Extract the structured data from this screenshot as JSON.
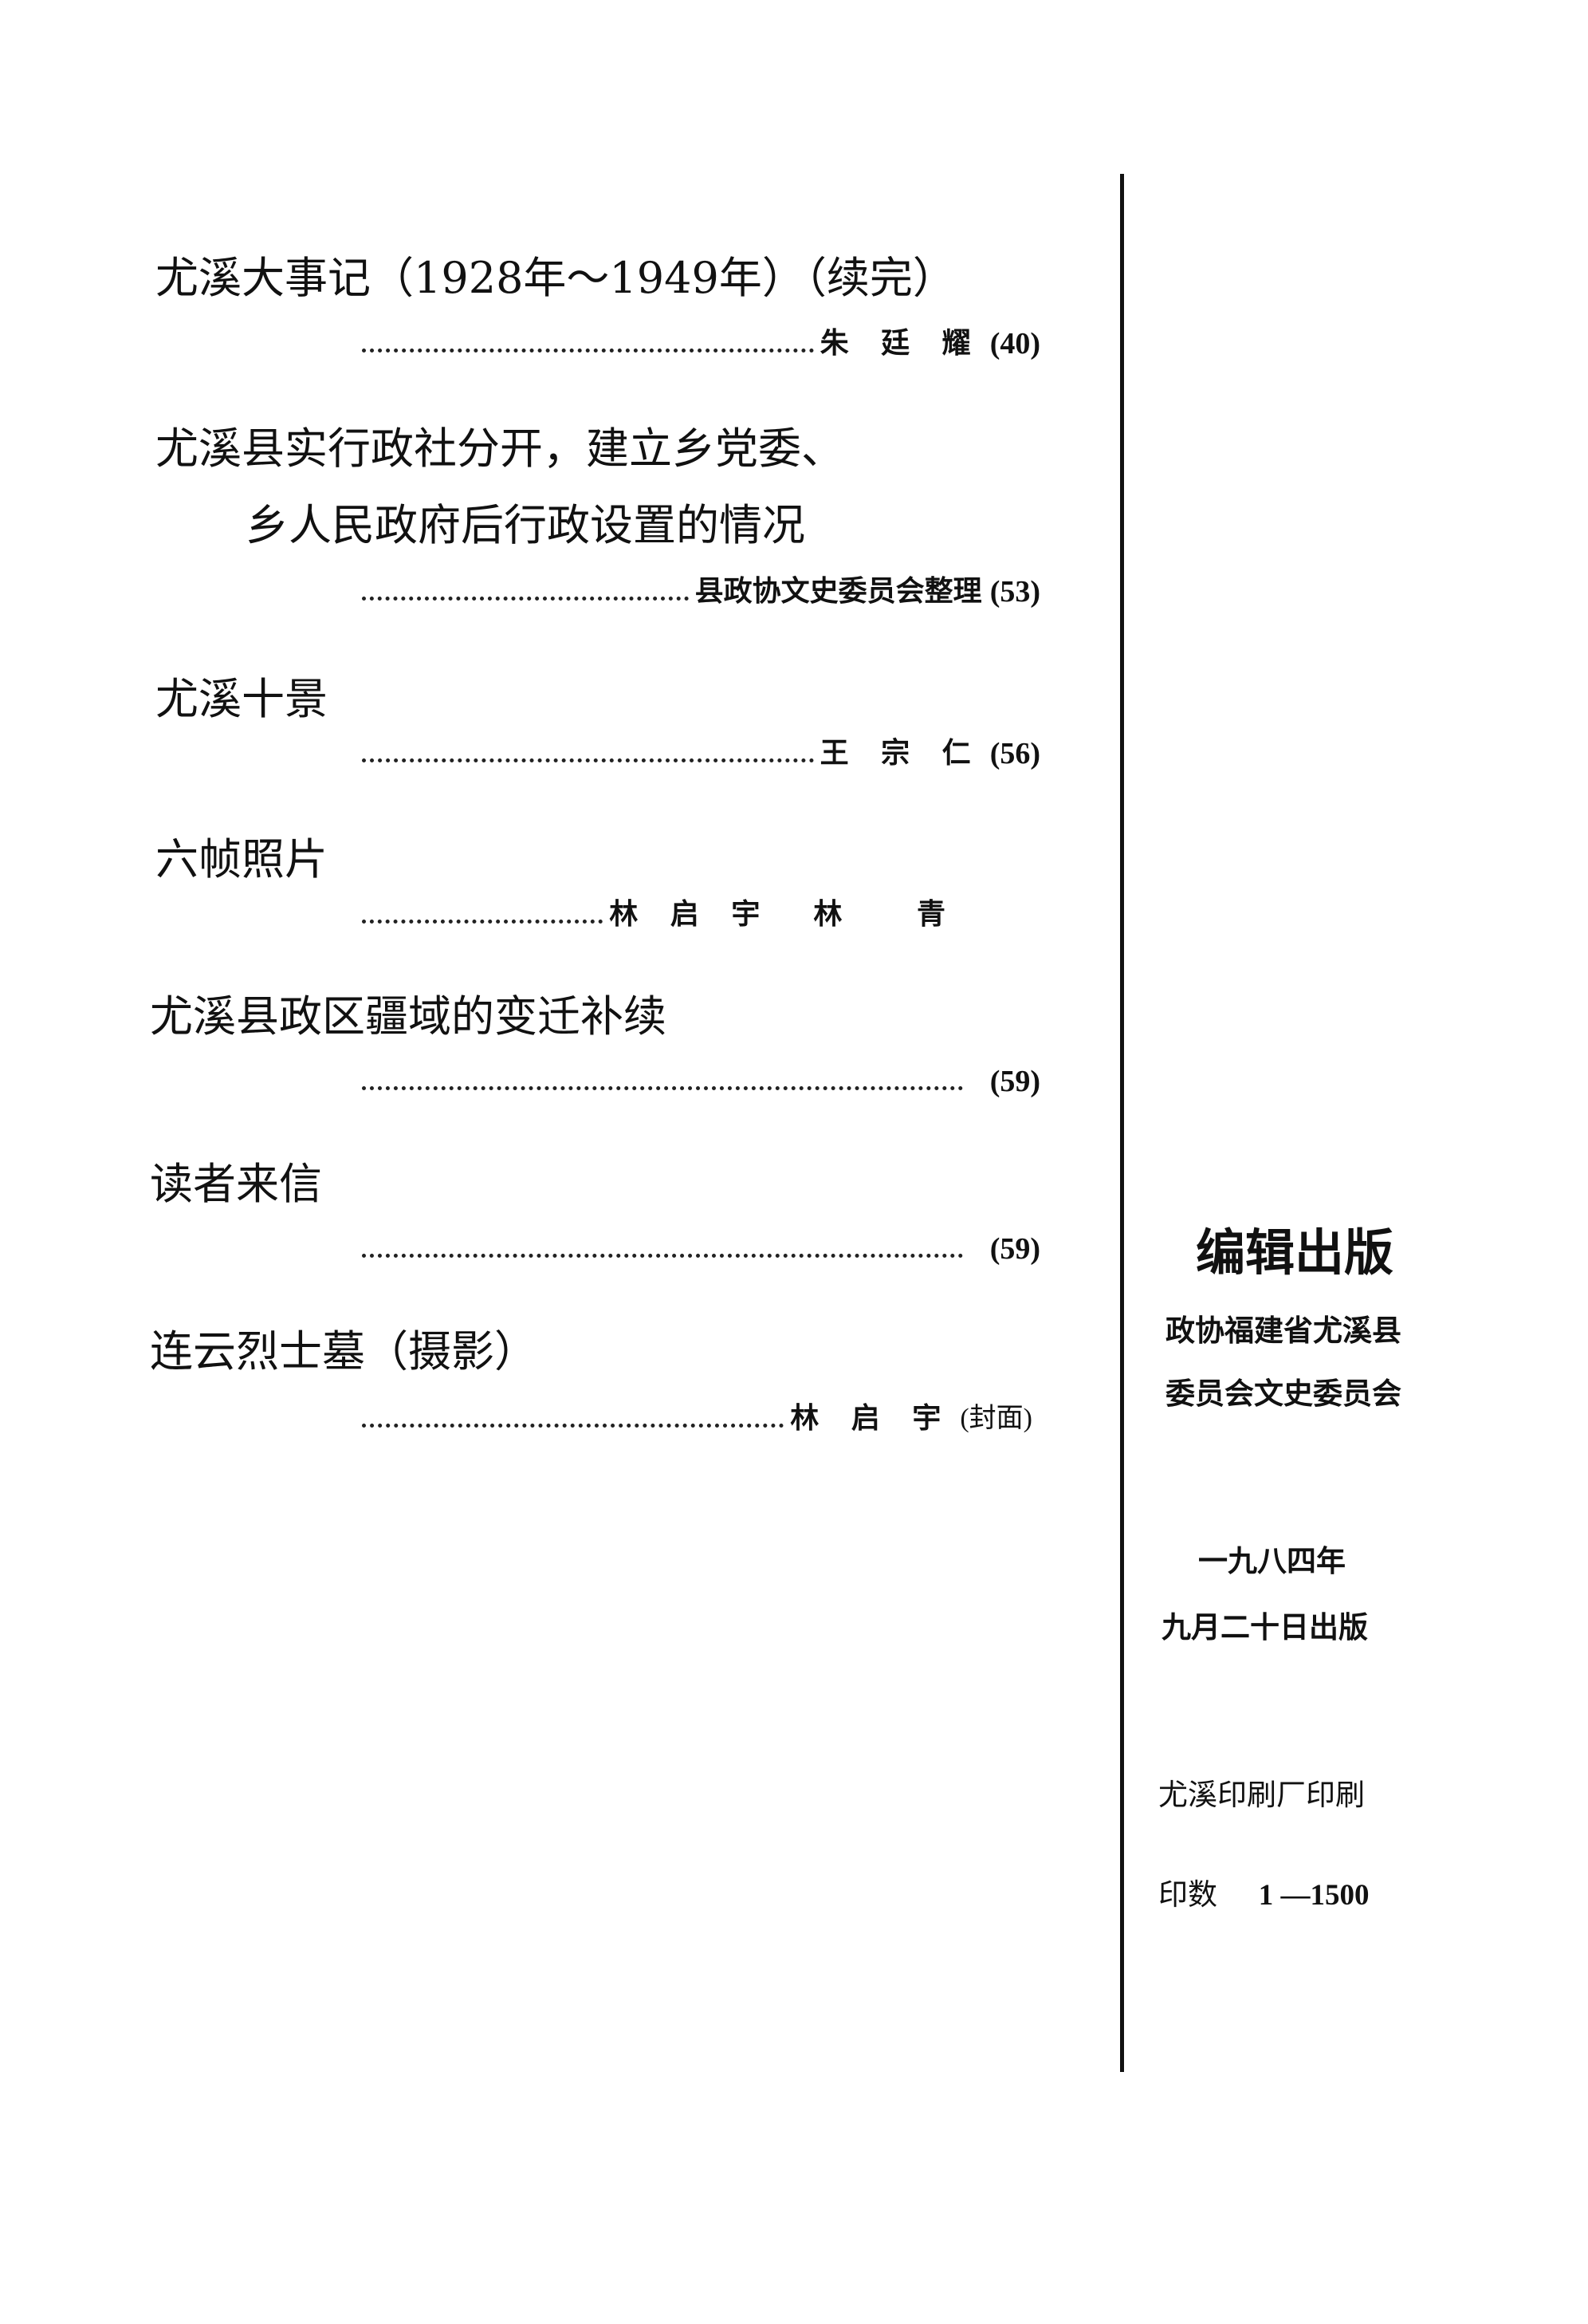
{
  "toc": [
    {
      "title_lines": [
        "尤溪大事记（1928年～1949年）（续完）"
      ],
      "author": "朱 廷 耀",
      "page": "(40)"
    },
    {
      "title_lines": [
        "尤溪县实行政社分开，建立乡党委、",
        "乡人民政府后行政设置的情况"
      ],
      "author": "县政协文史委员会整理",
      "page": "(53)"
    },
    {
      "title_lines": [
        "尤溪十景"
      ],
      "author": "王 宗 仁",
      "page": "(56)"
    },
    {
      "title_lines": [
        "六帧照片"
      ],
      "author": "林 启 宇  林   青",
      "page": ""
    },
    {
      "title_lines": [
        "尤溪县政区疆域的变迁补续"
      ],
      "author": "",
      "page": "(59)"
    },
    {
      "title_lines": [
        "读者来信"
      ],
      "author": "",
      "page": "(59)"
    },
    {
      "title_lines": [
        "连云烈士墓（摄影）"
      ],
      "author": "林 启 宇",
      "page": "(封面)"
    }
  ],
  "colophon": {
    "heading": "编辑出版",
    "publisher_line1": "政协福建省尤溪县",
    "publisher_line2": "委员会文史委员会",
    "date_line1": "一九八四年",
    "date_line2": "九月二十日出版",
    "printer": "尤溪印刷厂印刷",
    "print_run_label": "印数",
    "print_run_value": "1 —1500"
  }
}
